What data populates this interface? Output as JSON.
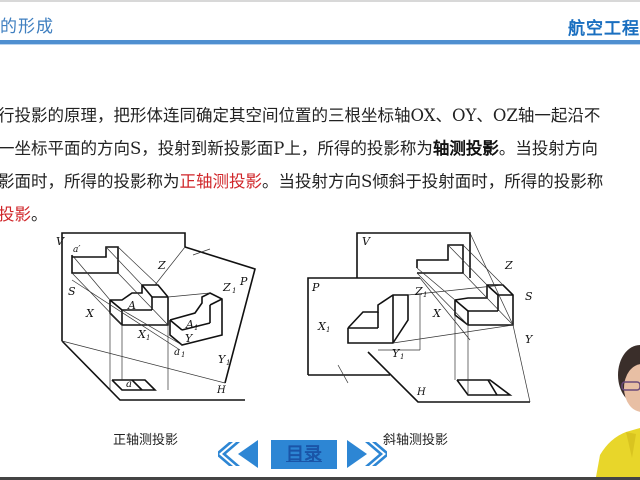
{
  "header": {
    "title": "的形成",
    "brand": "航空工程"
  },
  "paragraph": {
    "line1": "行投影的原理，把形体连同确定其空间位置的三根坐标轴OX、OY、OZ轴一起沿不",
    "line2_a": "一坐标平面的方向S，投射到新投影面P上，所得的投影称为",
    "line2_bold": "轴测投影",
    "line2_b": "。当投射方向",
    "line3_a": "影面时，所得的投影称为",
    "line3_red": "正轴测投影",
    "line3_b": "。当投射方向S倾斜于投射面时，所得的投影称",
    "line4_red": "投影",
    "line4_b": "。"
  },
  "figures": {
    "left": {
      "caption": "正轴测投影",
      "labels": {
        "V": "V",
        "a_prime": "a′",
        "Z": "Z",
        "P": "P",
        "Z1": "Z",
        "Z1_sub": "1",
        "S": "S",
        "A": "A",
        "X": "X",
        "A1": "A",
        "A1_sub": "1",
        "X1": "X",
        "X1_sub": "1",
        "Y": "Y",
        "a1": "a",
        "a1_sub": "1",
        "Y1": "Y",
        "Y1_sub": "1",
        "a": "a",
        "H": "H"
      }
    },
    "right": {
      "caption": "斜轴测投影",
      "labels": {
        "V": "V",
        "P": "P",
        "Z": "Z",
        "Z1": "Z",
        "Z1_sub": "1",
        "S": "S",
        "X": "X",
        "X1": "X",
        "X1_sub": "1",
        "Y": "Y",
        "Y1": "Y",
        "Y1_sub": "1",
        "H": "H"
      }
    }
  },
  "nav": {
    "prev_icon": "double-chevron-left",
    "toc_label": "目录",
    "next_icon": "double-chevron-right"
  },
  "colors": {
    "accent": "#4f8fd0",
    "brand": "#1a6fc0",
    "highlight": "#d0262a",
    "nav_button": "#2d86d4"
  }
}
